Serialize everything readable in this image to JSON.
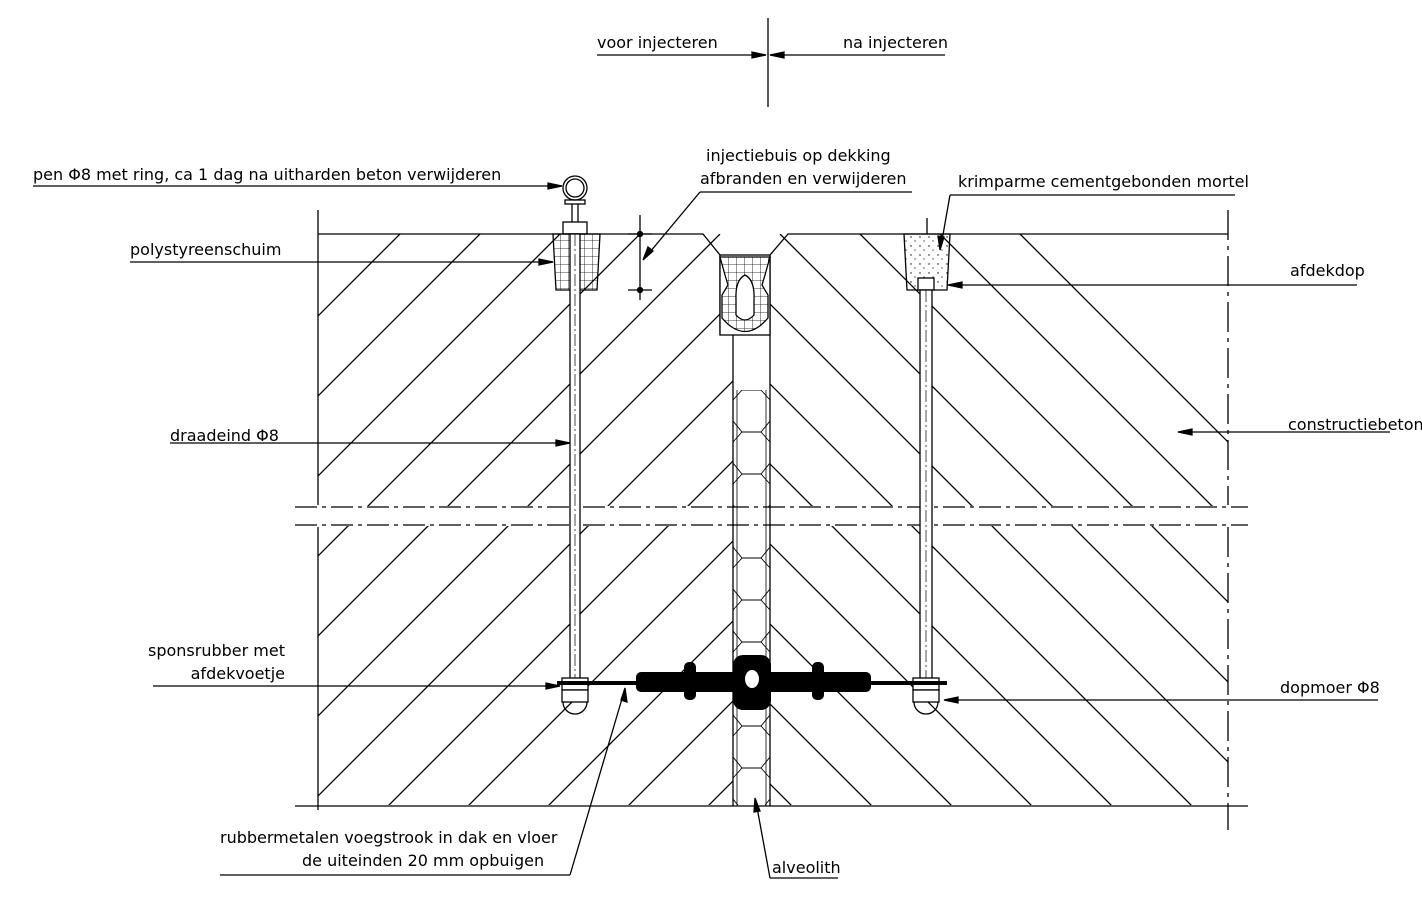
{
  "header": {
    "before_label": "voor injecteren",
    "after_label": "na injecteren"
  },
  "labels": {
    "pin": "pen Φ8 met ring, ca 1 dag na uitharden beton verwijderen",
    "polystyrene": "polystyreenschuim",
    "threaded_rod": "draadeind Φ8",
    "sponge_rubber_1": "sponsrubber met",
    "sponge_rubber_2": "afdekvoetje",
    "injection_tube_1": "injectiebuis op dekking",
    "injection_tube_2": "afbranden en verwijderen",
    "mortar": "krimparme cementgebonden mortel",
    "cap": "afdekdop",
    "concrete": "constructiebeton",
    "cap_nut": "dopmoer Φ8",
    "waterstop_1": "rubbermetalen voegstrook in dak en vloer",
    "waterstop_2": "de uiteinden 20 mm opbuigen",
    "alveolith": "alveolith"
  }
}
